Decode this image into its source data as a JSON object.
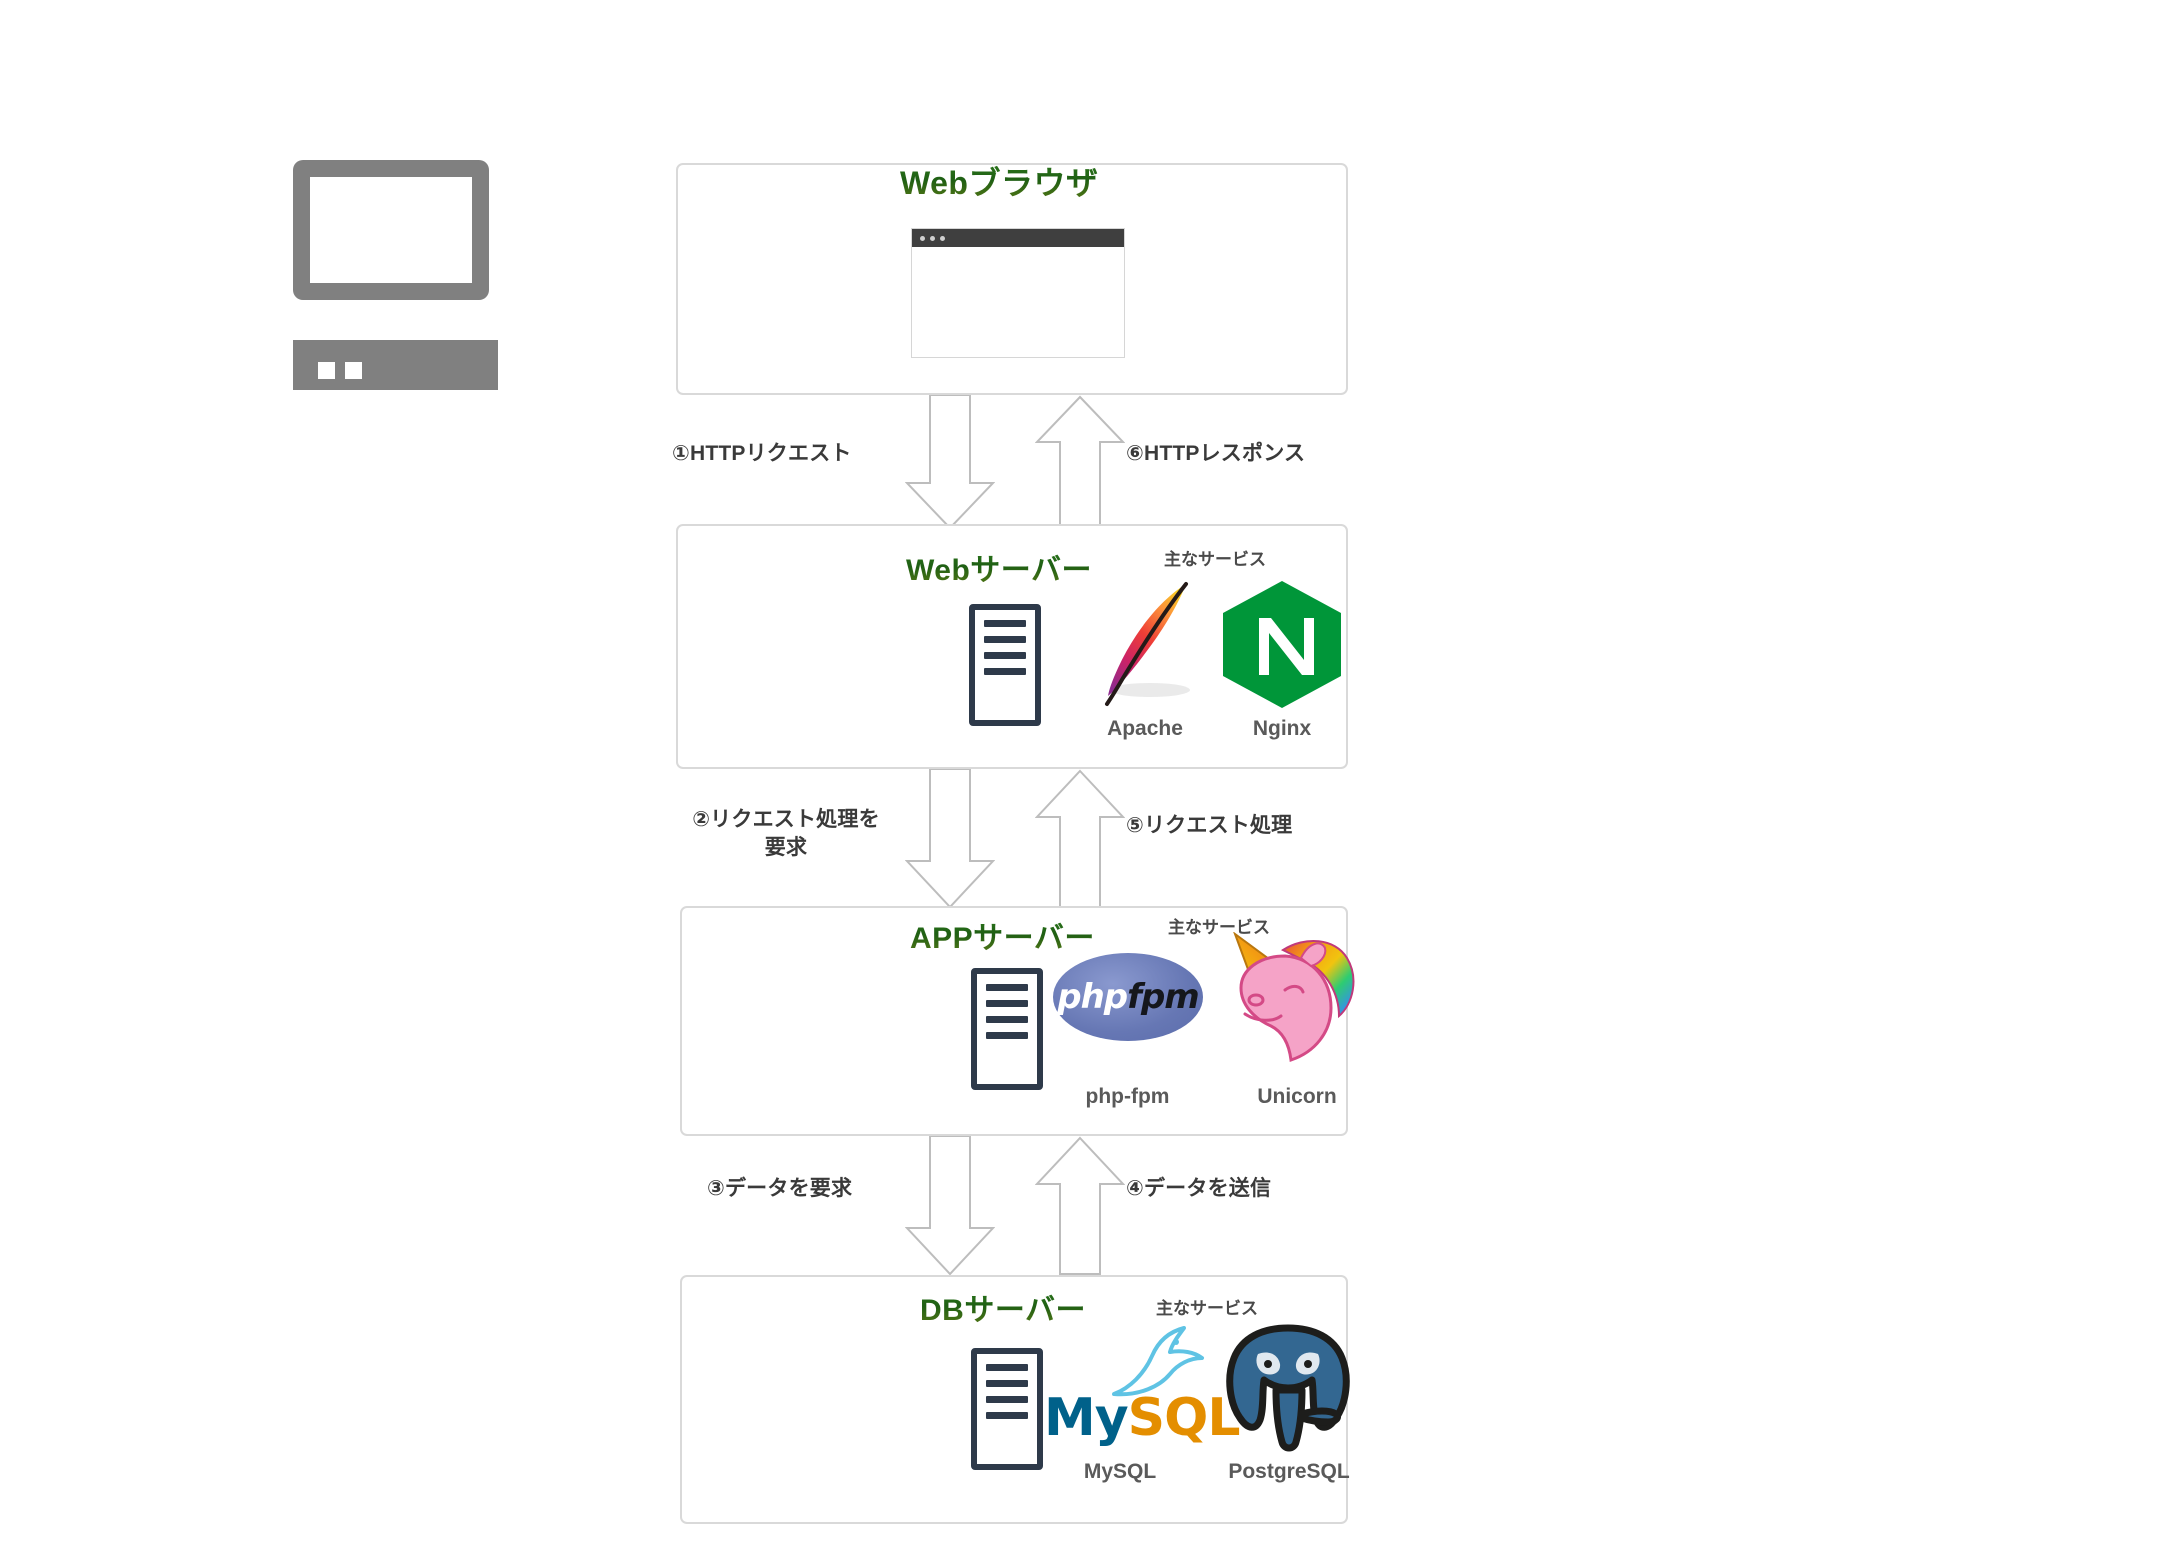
{
  "diagram": {
    "title": "Web three-tier architecture request flow",
    "client_icon": "desktop-computer-icon",
    "nodes": [
      {
        "id": "browser",
        "title": "Webブラウザ",
        "services_label": "",
        "services": []
      },
      {
        "id": "web",
        "title": "Webサーバー",
        "services_label": "主なサービス",
        "services": [
          {
            "name": "Apache",
            "icon": "apache-feather-icon"
          },
          {
            "name": "Nginx",
            "icon": "nginx-hexagon-icon"
          }
        ]
      },
      {
        "id": "app",
        "title": "APPサーバー",
        "services_label": "主なサービス",
        "services": [
          {
            "name": "php-fpm",
            "icon": "php-fpm-icon",
            "logo_text_1": "php",
            "logo_text_2": "fpm"
          },
          {
            "name": "Unicorn",
            "icon": "unicorn-icon"
          }
        ]
      },
      {
        "id": "db",
        "title": "DBサーバー",
        "services_label": "主なサービス",
        "services": [
          {
            "name": "MySQL",
            "icon": "mysql-dolphin-icon",
            "logo_text_1": "My",
            "logo_text_2": "SQL"
          },
          {
            "name": "PostgreSQL",
            "icon": "postgresql-elephant-icon"
          }
        ]
      }
    ],
    "flows": [
      {
        "id": "f1",
        "label": "①HTTPリクエスト",
        "direction": "down",
        "from": "browser",
        "to": "web"
      },
      {
        "id": "f6",
        "label": "⑥HTTPレスポンス",
        "direction": "up",
        "from": "web",
        "to": "browser"
      },
      {
        "id": "f2",
        "label_line1": "②リクエスト処理を",
        "label_line2": "要求",
        "direction": "down",
        "from": "web",
        "to": "app"
      },
      {
        "id": "f5",
        "label": "⑤リクエスト処理",
        "direction": "up",
        "from": "app",
        "to": "web"
      },
      {
        "id": "f3",
        "label": "③データを要求",
        "direction": "down",
        "from": "app",
        "to": "db"
      },
      {
        "id": "f4",
        "label": "④データを送信",
        "direction": "up",
        "from": "db",
        "to": "app"
      }
    ],
    "colors": {
      "title_green": "#1f5f14",
      "box_border": "#d9d9d9",
      "arrow_stroke": "#bdbdbd",
      "nginx_green": "#009639",
      "postgres_blue": "#336791",
      "mysql_blue": "#00618a",
      "mysql_orange": "#e48e00",
      "php_blue": "#6677b4",
      "unicorn_pink": "#f4a0c0",
      "client_gray": "#808080",
      "rack_navy": "#2e3a4a"
    }
  }
}
